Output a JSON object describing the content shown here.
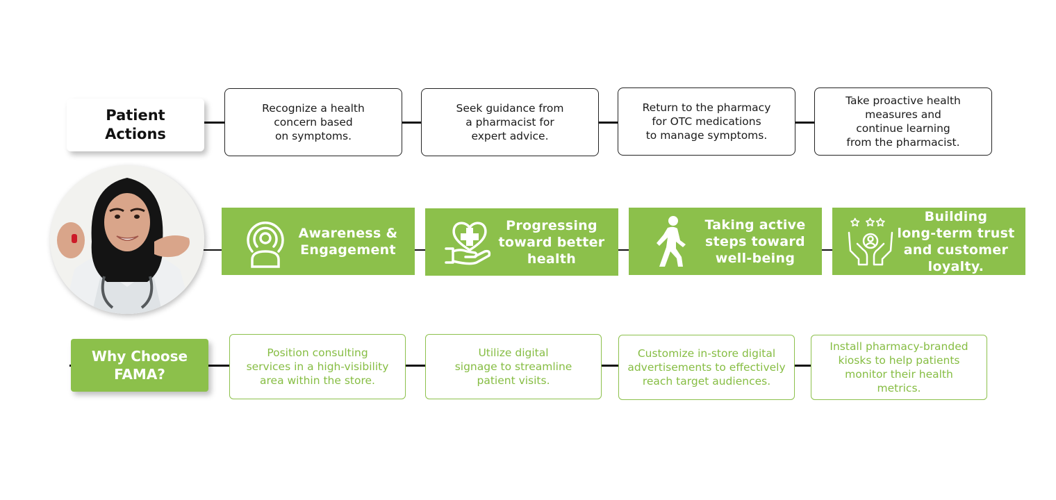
{
  "patient_actions": {
    "label_line1": "Patient",
    "label_line2": "Actions",
    "steps": [
      {
        "lines": [
          "Recognize a health",
          "concern based",
          "on symptoms."
        ]
      },
      {
        "lines": [
          "Seek guidance from",
          "a pharmacist for",
          "expert advice."
        ]
      },
      {
        "lines": [
          "Return to the pharmacy",
          "for OTC medications",
          "to manage symptoms."
        ]
      },
      {
        "lines": [
          "Take proactive health",
          "measures and",
          "continue learning",
          "from the pharmacist."
        ]
      }
    ]
  },
  "stages": [
    {
      "icon": "awareness-signal-icon",
      "lines": [
        "Awareness &",
        "Engagement"
      ]
    },
    {
      "icon": "heart-hand-care-icon",
      "lines": [
        "Progressing",
        "toward better",
        "health"
      ]
    },
    {
      "icon": "walking-person-icon",
      "lines": [
        "Taking active",
        "steps toward",
        "well-being"
      ]
    },
    {
      "icon": "hands-trust-stars-icon",
      "lines": [
        "Building",
        "long-term trust",
        "and customer",
        "loyalty."
      ]
    }
  ],
  "why_choose": {
    "label_line1": "Why Choose",
    "label_line2": "FAMA?",
    "items": [
      {
        "lines": [
          "Position consulting",
          "services in a high-visibility",
          "area within the store."
        ]
      },
      {
        "lines": [
          "Utilize digital",
          "signage to streamline",
          "patient visits."
        ]
      },
      {
        "lines": [
          "Customize in-store digital",
          "advertisements to effectively",
          "reach target audiences."
        ]
      },
      {
        "lines": [
          "Install pharmacy-branded",
          "kiosks to help patients",
          "monitor their health",
          "metrics."
        ]
      }
    ]
  },
  "colors": {
    "accent_green": "#8cc04b",
    "text_green": "#86bd43",
    "line": "#111111"
  },
  "photo": {
    "subject": "pharmacist-portrait"
  }
}
